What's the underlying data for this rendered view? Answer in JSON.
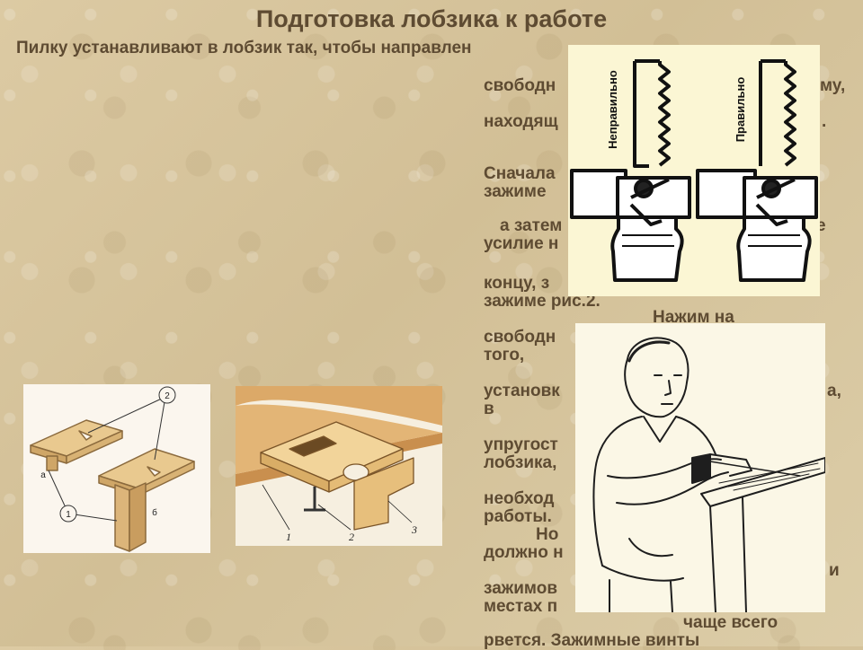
{
  "title": "Подготовка лобзика к работе",
  "lines": [
    "Пилку устанавливают в лобзик так, чтобы направлен",
    "свободн",
    "му,",
    "находящ",
    ".",
    "Сначала",
    "зажиме",
    "а затем",
    "е",
    "усилие н",
    "концу, з",
    "зажиме рис.2.",
    "Нажим на",
    "свободн",
    "того,",
    "установк",
    "а,",
    "в",
    "упругост",
    "лобзика,",
    "необход",
    "работы.",
    "Но",
    "должно н",
    "и",
    "зажимов",
    "местах п",
    "чаще всего",
    "рвется. Зажимные винты"
  ],
  "diagram_labels": {
    "wrong": "Неправильно",
    "right": "Правильно"
  },
  "fig1_labels": {
    "n2": "2",
    "n1": "1",
    "a": "а",
    "b": "б"
  },
  "fig2_labels": {
    "n1": "1",
    "n2": "2",
    "n3": "3"
  }
}
